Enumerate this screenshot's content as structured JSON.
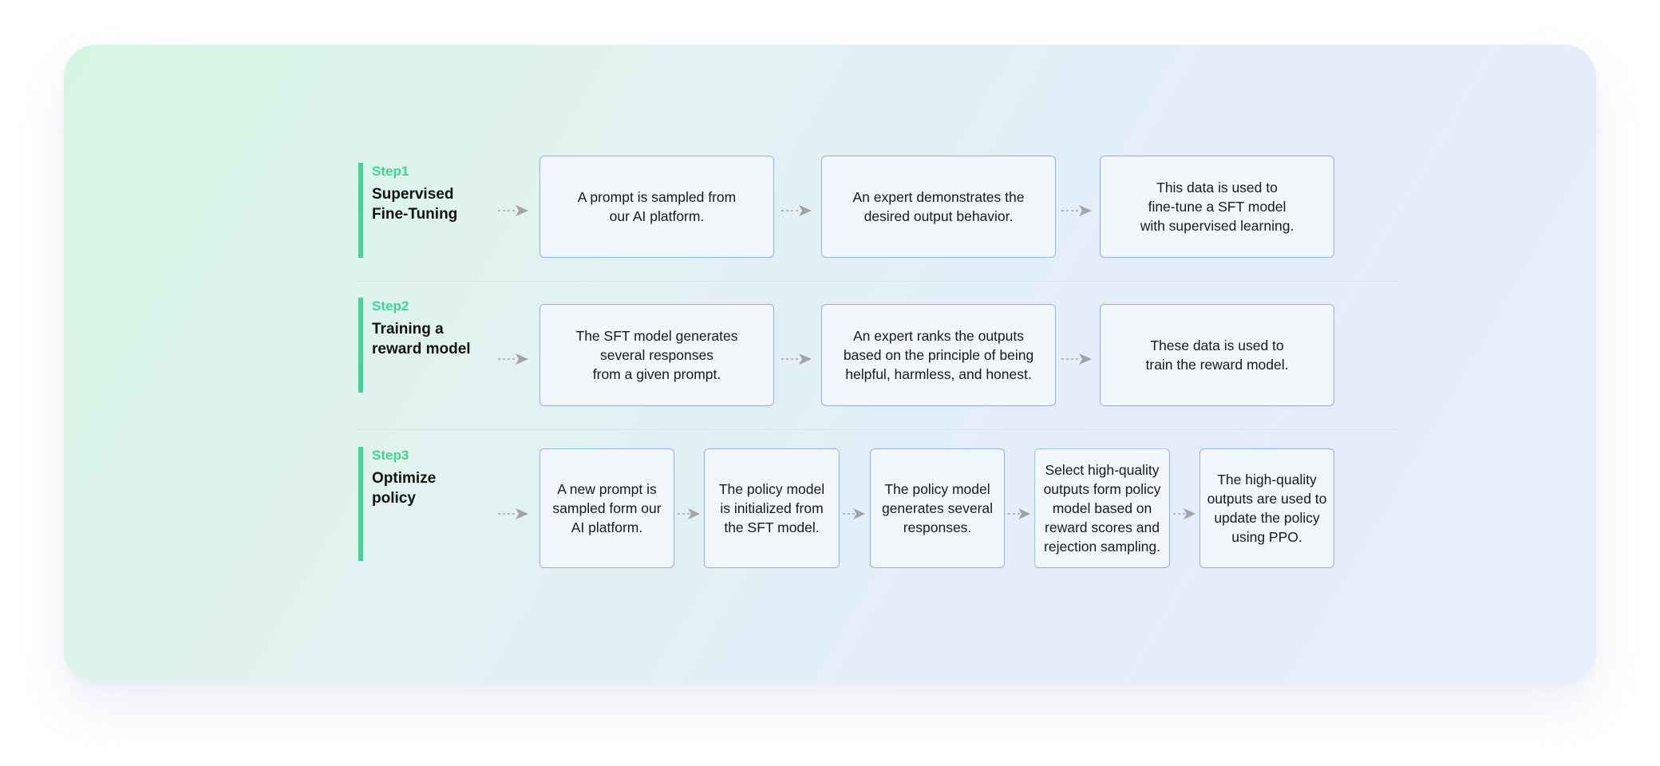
{
  "steps": [
    {
      "number": "Step1",
      "title_line1": "Supervised",
      "title_line2": "Fine-Tuning",
      "boxes": [
        "A prompt is sampled from\nour AI platform.",
        "An expert demonstrates the\ndesired output behavior.",
        "This data is used to\nfine-tune a SFT model\nwith supervised learning."
      ]
    },
    {
      "number": "Step2",
      "title_line1": "Training a",
      "title_line2": "reward model",
      "boxes": [
        "The SFT model generates\nseveral responses\nfrom a given prompt.",
        "An expert ranks the outputs\nbased on the principle of being\nhelpful, harmless, and honest.",
        "These data is used to\ntrain the reward model."
      ]
    },
    {
      "number": "Step3",
      "title_line1": "Optimize",
      "title_line2": "policy",
      "boxes": [
        "A new prompt is\nsampled form our\nAI platform.",
        "The policy model\nis initialized from\nthe SFT model.",
        "The policy model\ngenerates several\nresponses.",
        "Select high-quality\noutputs form policy\nmodel based on\nreward scores and\nrejection sampling.",
        "The high-quality\noutputs are used to\nupdate the policy\nusing PPO."
      ]
    }
  ],
  "colors": {
    "accent": "#3ed692",
    "box_border": "#8fb0ec",
    "arrow": "#a3a3a3"
  }
}
